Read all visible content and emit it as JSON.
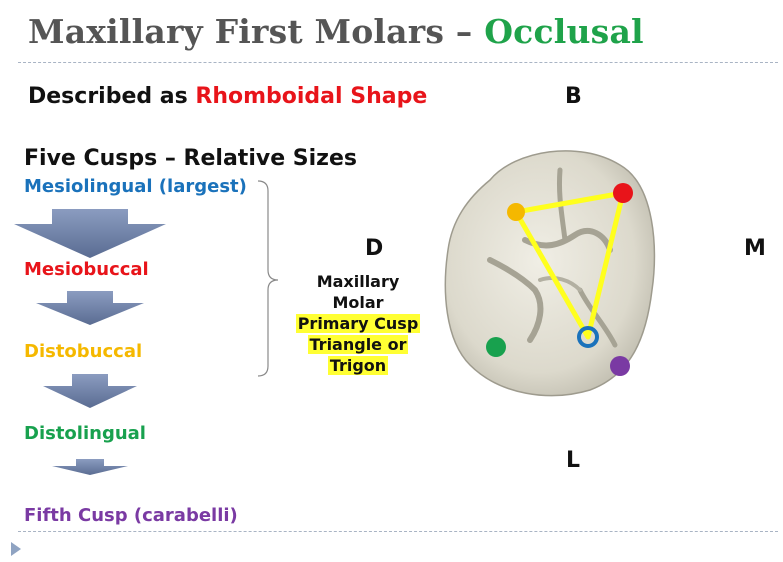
{
  "title": {
    "main": "Maxillary First Molars – ",
    "accent": "Occlusal"
  },
  "description": {
    "prefix": "Described as ",
    "highlight": "Rhomboidal Shape"
  },
  "cusps_heading": "Five Cusps – Relative Sizes",
  "cusps": [
    {
      "label": "Mesiolingual (largest)",
      "color": "#1a72bb"
    },
    {
      "label": "Mesiobuccal",
      "color": "#e8141a"
    },
    {
      "label": "Distobuccal",
      "color": "#f5b800"
    },
    {
      "label": "Distolingual",
      "color": "#18a14e"
    },
    {
      "label": "Fifth Cusp (carabelli)",
      "color": "#7a3aa3"
    }
  ],
  "orientation": {
    "buccal": "B",
    "lingual": "L",
    "distal": "D",
    "mesial": "M"
  },
  "trigon_note": {
    "line1": "Maxillary",
    "line2": "Molar",
    "line3": "Primary Cusp",
    "line4": "Triangle or",
    "line5": "Trigon"
  },
  "colors": {
    "title_accent": "#1fa34a",
    "arrow": "#6c7fa3",
    "triangle": "#ffff1e",
    "highlight": "#ffff33"
  }
}
